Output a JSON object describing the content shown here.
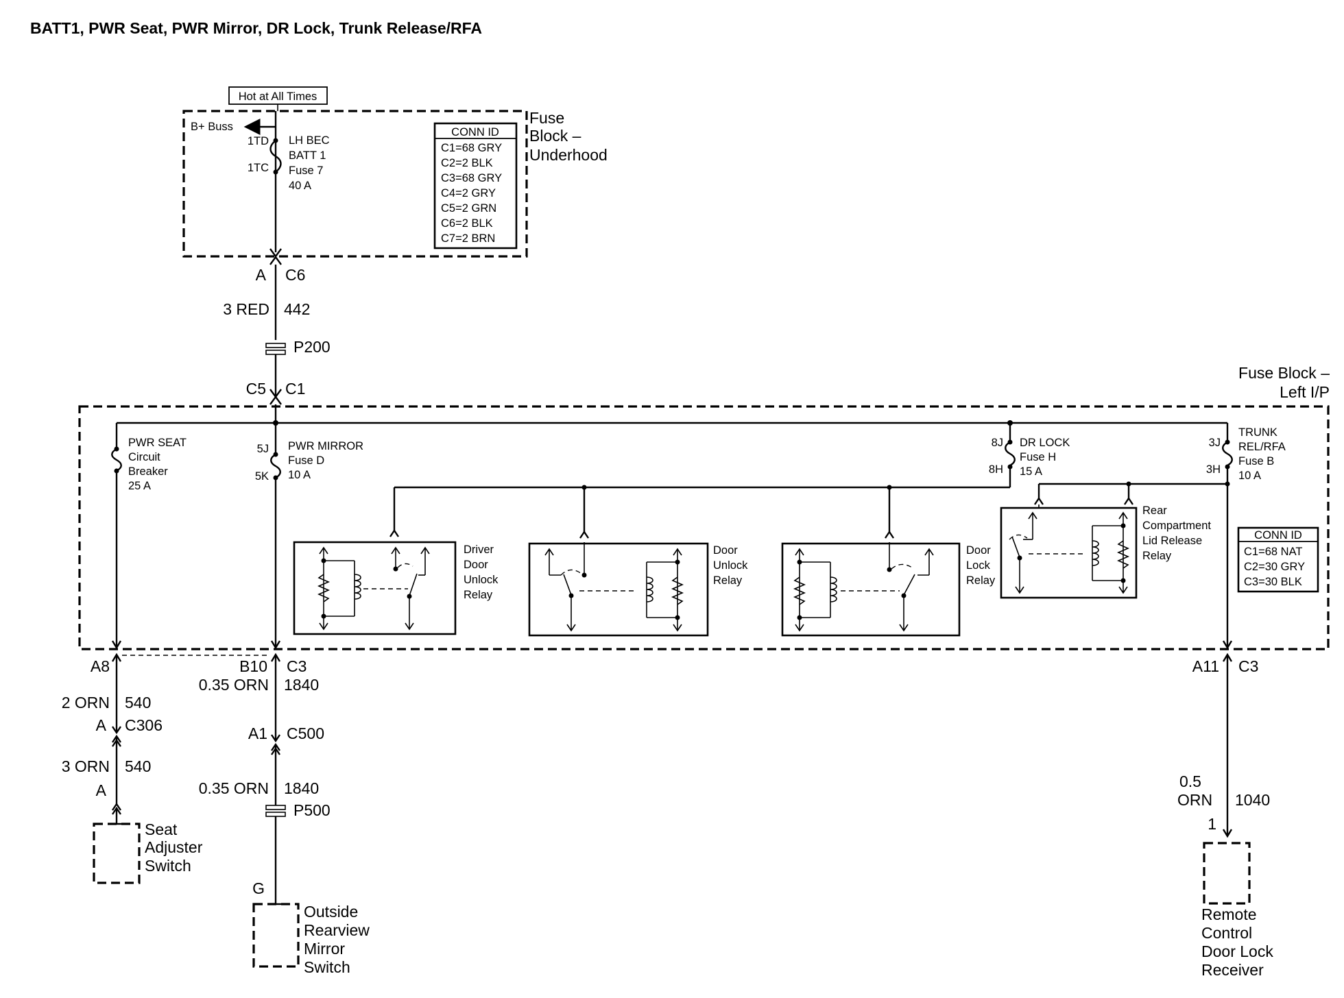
{
  "title": "BATT1, PWR Seat, PWR Mirror, DR Lock, Trunk Release/RFA",
  "underhood": {
    "hot_label": "Hot at All Times",
    "bus_label": "B+ Buss",
    "fuse_pin_top": "1TD",
    "fuse_pin_bottom": "1TC",
    "fuse_desc": [
      "LH BEC",
      "BATT 1",
      "Fuse 7",
      "40 A"
    ],
    "block_name": [
      "Fuse",
      "Block –",
      "Underhood"
    ],
    "conn_header": "CONN ID",
    "conn_list": [
      "C1=68 GRY",
      "C2=2 BLK",
      "C3=68 GRY",
      "C4=2 GRY",
      "C5=2 GRN",
      "C6=2 BLK",
      "C7=2 BRN"
    ]
  },
  "feed": {
    "conn_left": "A",
    "conn_right": "C6",
    "wire_gauge": "3 RED",
    "wire_circuit": "442",
    "splice": "P200",
    "conn2_left": "C5",
    "conn2_right": "C1"
  },
  "ip_block": {
    "name": [
      "Fuse Block –",
      "Left I/P"
    ],
    "pwr_seat": [
      "PWR SEAT",
      "Circuit",
      "Breaker",
      "25 A"
    ],
    "pwr_mirror": [
      "PWR MIRROR",
      "Fuse D",
      "10 A"
    ],
    "mirror_pin_top": "5J",
    "mirror_pin_bottom": "5K",
    "dr_lock": [
      "DR LOCK",
      "Fuse H",
      "15 A"
    ],
    "dr_pin_top": "8J",
    "dr_pin_bottom": "8H",
    "trunk": [
      "TRUNK",
      "REL/RFA",
      "Fuse B",
      "10 A"
    ],
    "trunk_pin_top": "3J",
    "trunk_pin_bottom": "3H",
    "relays": [
      [
        "Driver",
        "Door",
        "Unlock",
        "Relay"
      ],
      [
        "Door",
        "Unlock",
        "Relay"
      ],
      [
        "Door",
        "Lock",
        "Relay"
      ],
      [
        "Rear",
        "Compartment",
        "Lid Release",
        "Relay"
      ]
    ],
    "conn_header": "CONN ID",
    "conn_list": [
      "C1=68 NAT",
      "C2=30 GRY",
      "C3=30 BLK"
    ]
  },
  "seat_branch": {
    "pin": "A8",
    "wire1_gauge": "2 ORN",
    "wire1_circuit": "540",
    "conn_a": "A",
    "conn_name": "C306",
    "wire2_gauge": "3 ORN",
    "wire2_circuit": "540",
    "conn_b": "A",
    "device": [
      "Seat",
      "Adjuster",
      "Switch"
    ]
  },
  "mirror_branch": {
    "pin": "B10",
    "conn": "C3",
    "wire1_gauge": "0.35 ORN",
    "wire1_circuit": "1840",
    "conn_a": "A1",
    "conn_name": "C500",
    "wire2_gauge": "0.35 ORN",
    "wire2_circuit": "1840",
    "splice": "P500",
    "pin_g": "G",
    "device": [
      "Outside",
      "Rearview",
      "Mirror",
      "Switch"
    ]
  },
  "rfa_branch": {
    "pin": "A11",
    "conn": "C3",
    "wire_gauge_1": "0.5",
    "wire_gauge_2": "ORN",
    "wire_circuit": "1040",
    "pin_1": "1",
    "device": [
      "Remote",
      "Control",
      "Door Lock",
      "Receiver"
    ]
  }
}
